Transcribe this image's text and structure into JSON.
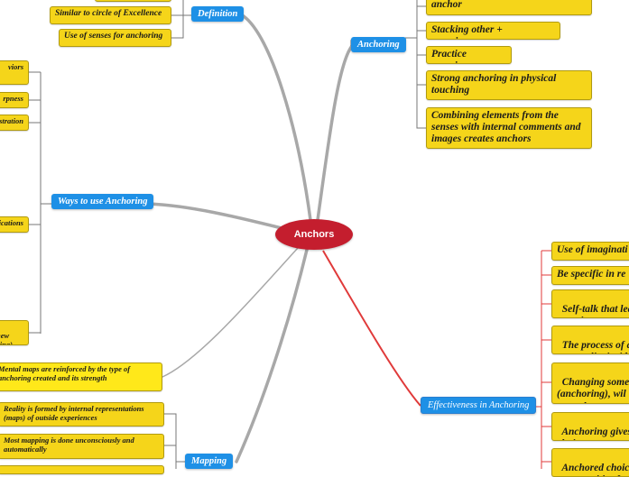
{
  "center": {
    "label": "Anchors"
  },
  "branches": {
    "definition": "Definition",
    "anchoring": "Anchoring",
    "ways": "Ways to use Anchoring",
    "mapping": "Mapping",
    "effectiveness": "Effectiveness in Anchoring"
  },
  "definition_items": [
    "Similar to circle of Excellence",
    "Use of senses for anchoring"
  ],
  "anchoring_items": [
    "anchor",
    "Stacking other + experiences",
    "Practice exercises",
    "Strong anchoring in physical touching",
    "Combining elements from the senses with internal comments and images creates anchors"
  ],
  "ways_items": [
    "viors",
    "rpness",
    "stration",
    "ications",
    "new\nving)"
  ],
  "floating_item": "Mental maps are reinforced by the type of anchoring created and its strength",
  "mapping_items": [
    "Reality is formed by internal representations (maps) of outside experiences",
    "Most mapping is done unconsciously and automatically"
  ],
  "effectiveness_items": [
    "Use of imaginati",
    "Be specific in re",
    "Self-talk that lea\nexperience",
    "The process of a\nnew reality insid",
    "Changing somec\n(anchoring), wil\nmental state",
    "Anchoring gives\nchoices are pow",
    "Anchored choice\nopportunities fo"
  ],
  "colors": {
    "center": "#c41e2e",
    "branch": "#1e90e6",
    "leaf": "#f5d51a",
    "connector": "#a8a8a8",
    "effectiveness_connector": "#e03a3a"
  }
}
